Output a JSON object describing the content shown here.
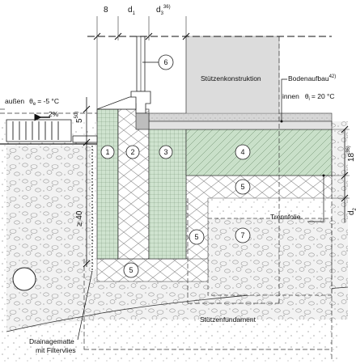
{
  "dimensions": {
    "top_a": "8",
    "top_b": "d",
    "top_b_sub": "1",
    "top_c": "d",
    "top_c_sub": "3",
    "top_c_sup": "36)",
    "left_a": "5",
    "left_a_sup": "50)",
    "left_b": "≥ 40",
    "right_a": "18",
    "right_a_sup": "36)",
    "right_b": "d",
    "right_b_sub": "2"
  },
  "climate": {
    "outside_label": "außen",
    "outside_theta": "θ",
    "outside_theta_sub": "e",
    "outside_value": "=  -5 °C",
    "inside_label": "innen",
    "inside_theta": "θ",
    "inside_theta_sub": "i",
    "inside_value": "=  20 °C",
    "slope": "2%"
  },
  "labels": {
    "column_structure": "Stützenkonstruktion",
    "floor_buildup": "Bodenaufbau",
    "floor_buildup_sup": "42)",
    "separation_foil": "Trennfolie",
    "column_foundation": "Stützenfundament",
    "drainage_line1": "Drainagematte",
    "drainage_line2": "mit Filtervlies"
  },
  "markers": {
    "m1": "1",
    "m2": "2",
    "m3": "3",
    "m4": "4",
    "m5a": "5",
    "m5b": "5",
    "m5c": "5",
    "m6": "6",
    "m7": "7"
  }
}
